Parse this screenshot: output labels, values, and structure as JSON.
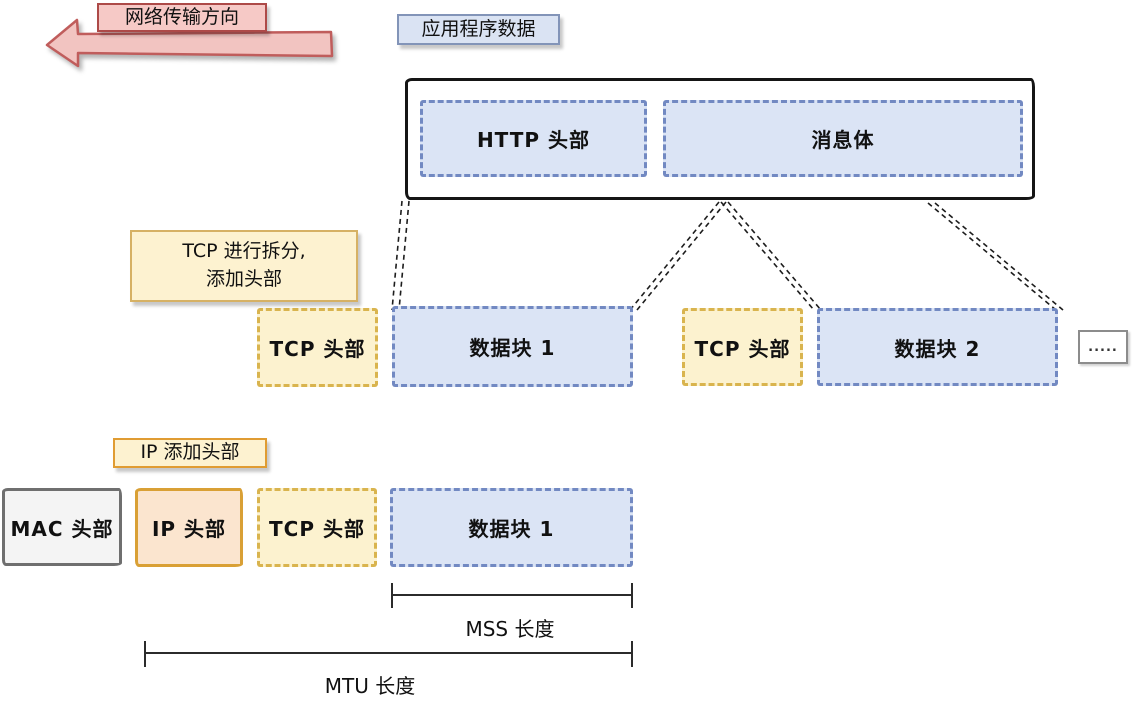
{
  "arrow": {
    "label": "网络传输方向"
  },
  "app_data": {
    "label": "应用程序数据",
    "http_header": "HTTP 头部",
    "message_body": "消息体"
  },
  "tcp_note": {
    "line1": "TCP 进行拆分,",
    "line2": "添加头部"
  },
  "segments": [
    {
      "tcp": "TCP 头部",
      "data": "数据块 1"
    },
    {
      "tcp": "TCP 头部",
      "data": "数据块 2"
    }
  ],
  "ellipsis": ".....",
  "ip_note": {
    "label": "IP 添加头部"
  },
  "packet": {
    "mac": "MAC 头部",
    "ip": "IP 头部",
    "tcp": "TCP 头部",
    "data": "数据块 1"
  },
  "measures": {
    "mss": "MSS 长度",
    "mtu": "MTU 长度"
  },
  "colors": {
    "arrow_fill": "#f2c4c1",
    "arrow_border": "#c05d5c",
    "pink_label_fill": "#f6c9c6",
    "pink_label_border": "#ad4a48",
    "blue_label_fill": "#dae3f3",
    "blue_label_border": "#8294b8",
    "blue_box_fill": "#dbe4f5",
    "blue_box_border": "#7289c2",
    "yellow_box_fill": "#fcf2cf",
    "yellow_box_border": "#d9b44e",
    "note_fill": "#fdf2d0",
    "ip_note_border": "#e09c32",
    "ip_box_fill": "#fbe5cf",
    "ip_box_border": "#d9a035",
    "mac_box_fill": "#f4f4f4",
    "mac_box_border": "#6f6f6f",
    "outline_black": "#151515"
  }
}
